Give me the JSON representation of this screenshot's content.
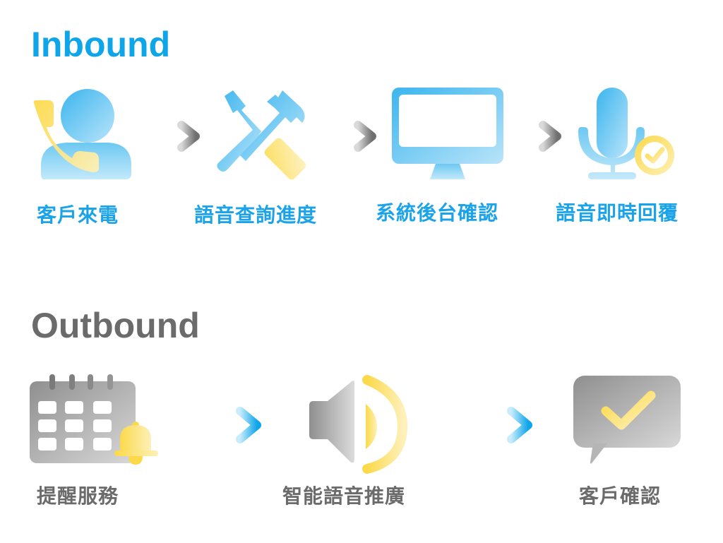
{
  "colors": {
    "inbound_accent": "#0ea5e9",
    "inbound_label": "#1aa3e8",
    "outbound_accent": "#6b6b6b",
    "highlight_yellow": "#fcd94a"
  },
  "inbound": {
    "title": "Inbound",
    "steps": [
      {
        "label": "客戶來電",
        "icon": "customer-phone-icon"
      },
      {
        "label": "語音查詢進度",
        "icon": "tools-icon"
      },
      {
        "label": "系統後台確認",
        "icon": "monitor-icon"
      },
      {
        "label": "語音即時回覆",
        "icon": "microphone-check-icon"
      }
    ],
    "arrow_icon": "arrow-right-icon"
  },
  "outbound": {
    "title": "Outbound",
    "steps": [
      {
        "label": "提醒服務",
        "icon": "calendar-bell-icon"
      },
      {
        "label": "智能語音推廣",
        "icon": "speaker-icon"
      },
      {
        "label": "客戶確認",
        "icon": "chat-check-icon"
      }
    ],
    "arrow_icon": "arrow-right-icon"
  }
}
